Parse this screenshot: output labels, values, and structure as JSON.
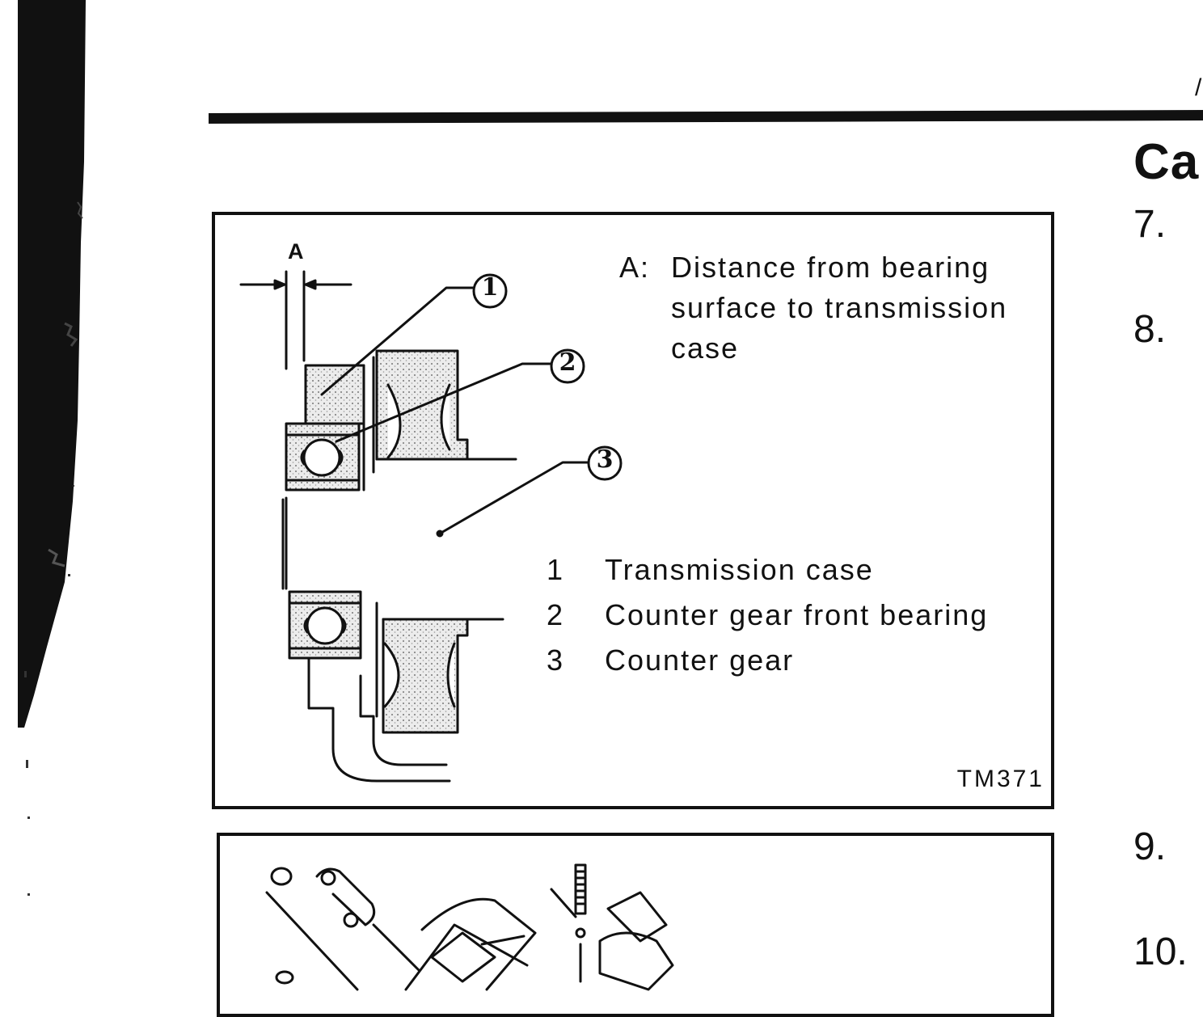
{
  "page": {
    "corner_mark": "/",
    "section_heading": "Ca",
    "steps": [
      "7.",
      "8.",
      "9.",
      "10."
    ]
  },
  "figure_1": {
    "dimension_letter": "A",
    "dimension_note": {
      "key": "A:",
      "text": "Distance from bearing surface to transmission case"
    },
    "callouts": [
      "1",
      "2",
      "3"
    ],
    "legend": [
      {
        "num": "1",
        "label": "Transmission case"
      },
      {
        "num": "2",
        "label": "Counter gear front bearing"
      },
      {
        "num": "3",
        "label": "Counter gear"
      }
    ],
    "figure_code": "TM371"
  },
  "figure_2": {}
}
